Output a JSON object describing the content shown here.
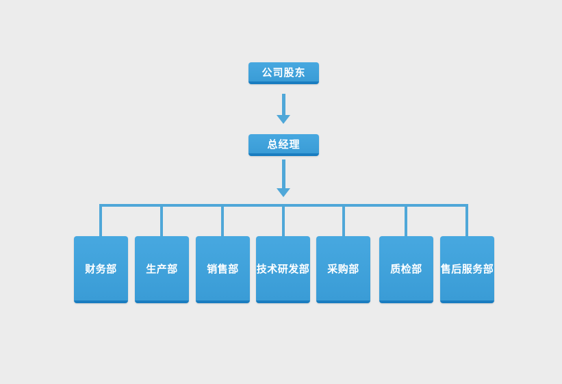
{
  "diagram": {
    "type": "org-chart",
    "nodes": {
      "root": {
        "label": "公司股东"
      },
      "manager": {
        "label": "总经理"
      },
      "departments": [
        {
          "label": "财务部"
        },
        {
          "label": "生产部"
        },
        {
          "label": "销售部"
        },
        {
          "label": "技术研发部"
        },
        {
          "label": "采购部"
        },
        {
          "label": "质检部"
        },
        {
          "label": "售后服务部"
        }
      ]
    },
    "edges": [
      {
        "from": "公司股东",
        "to": "总经理"
      },
      {
        "from": "总经理",
        "to": "财务部"
      },
      {
        "from": "总经理",
        "to": "生产部"
      },
      {
        "from": "总经理",
        "to": "销售部"
      },
      {
        "from": "总经理",
        "to": "技术研发部"
      },
      {
        "from": "总经理",
        "to": "采购部"
      },
      {
        "from": "总经理",
        "to": "质检部"
      },
      {
        "from": "总经理",
        "to": "售后服务部"
      }
    ]
  },
  "colors": {
    "background": "#ECECEC",
    "node_fill_top": "#47A8E0",
    "node_fill_bottom": "#3A9CD6",
    "node_edge": "#1A7DC0",
    "connector": "#4FA7D8",
    "node_text": "#FFFFFF"
  }
}
